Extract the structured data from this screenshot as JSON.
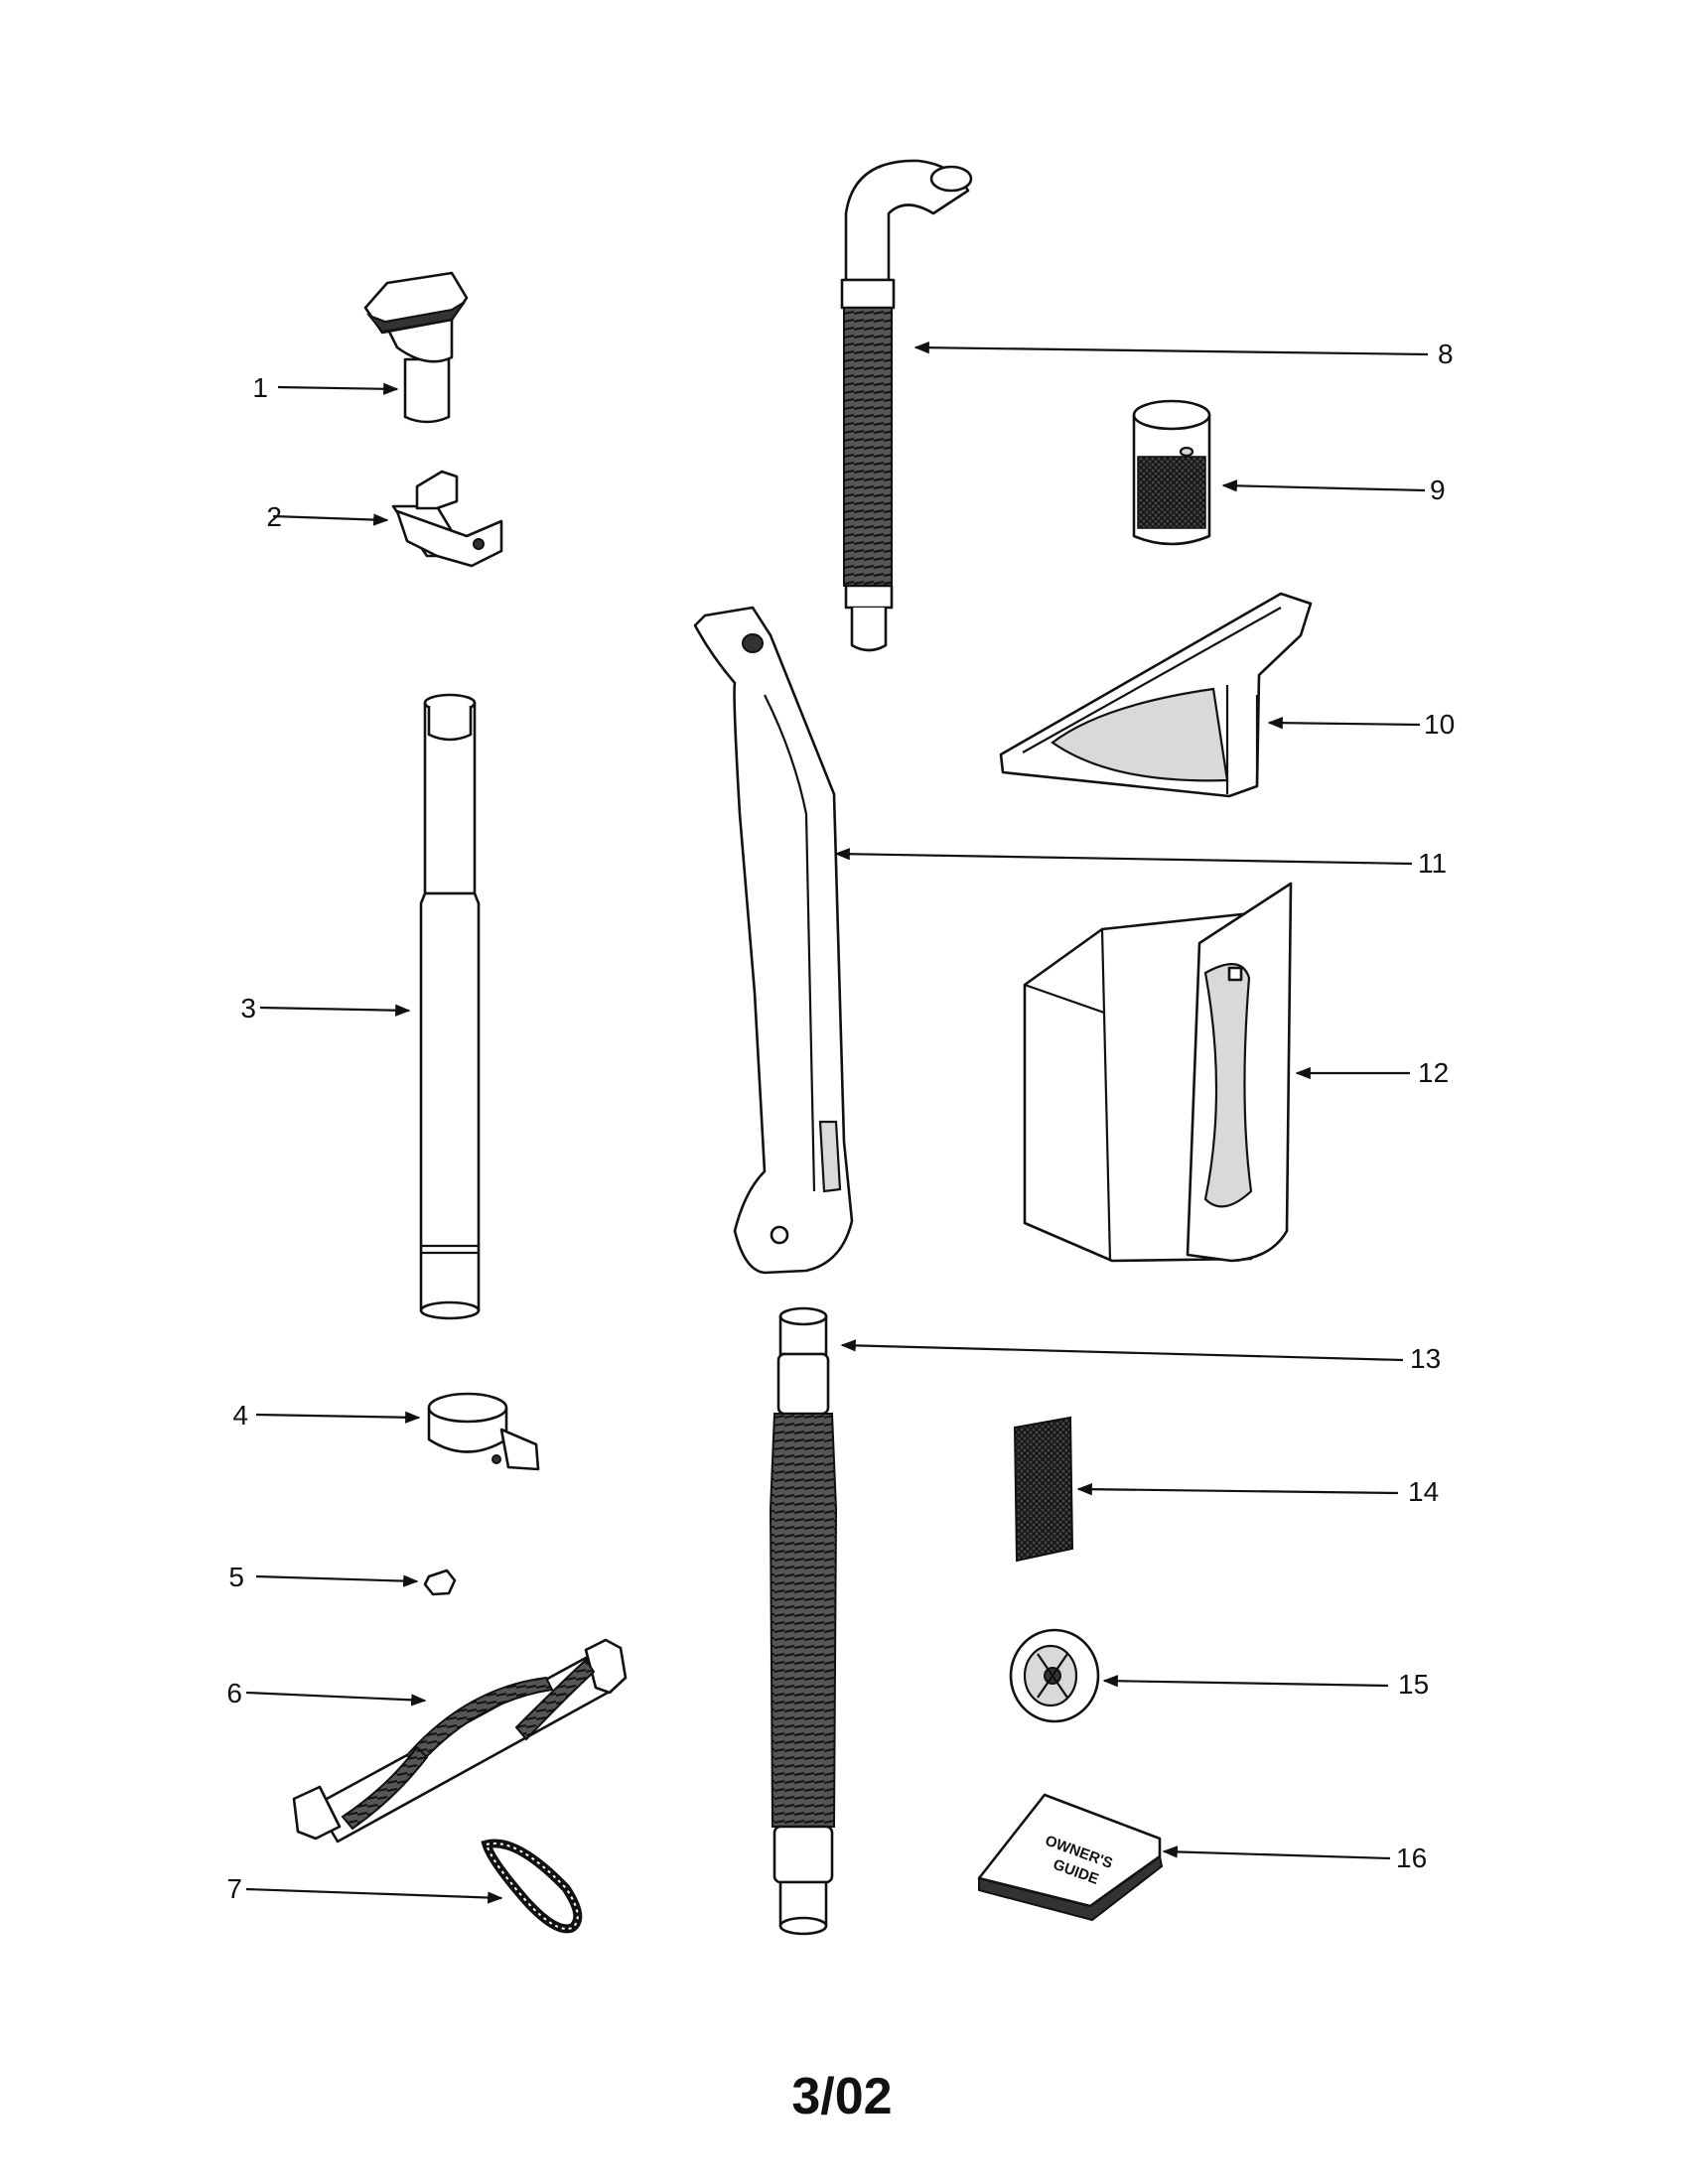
{
  "callouts": {
    "c1": "1",
    "c2": "2",
    "c3": "3",
    "c4": "4",
    "c5": "5",
    "c6": "6",
    "c7": "7",
    "c8": "8",
    "c9": "9",
    "c10": "10",
    "c11": "11",
    "c12": "12",
    "c13": "13",
    "c14": "14",
    "c15": "15",
    "c16": "16"
  },
  "book_text": {
    "line1": "OWNER'S",
    "line2": "GUIDE"
  },
  "footer": {
    "date_code": "3/02"
  },
  "colors": {
    "ink": "#111111",
    "paper": "#ffffff"
  }
}
